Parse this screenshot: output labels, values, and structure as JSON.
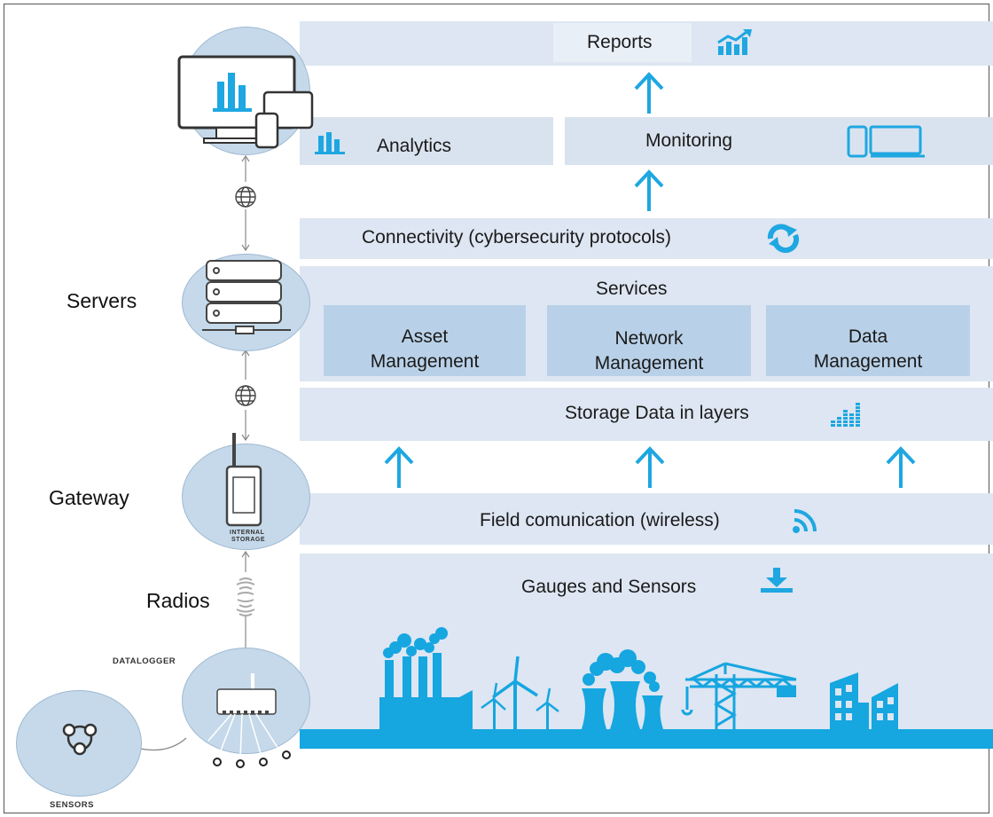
{
  "layers": {
    "reports": "Reports",
    "analytics": "Analytics",
    "monitoring": "Monitoring",
    "connectivity": "Connectivity (cybersecurity protocols)",
    "services": {
      "title": "Services",
      "asset": [
        "Asset",
        "Management"
      ],
      "network": [
        "Network",
        "Management"
      ],
      "data": [
        "Data",
        "Management"
      ]
    },
    "storage": "Storage Data in layers",
    "field": "Field comunication (wireless)",
    "gauges": "Gauges and Sensors"
  },
  "side_labels": {
    "servers": "Servers",
    "gateway": "Gateway",
    "radios": "Radios",
    "datalogger": "DATALOGGER",
    "sensors": "SENSORS",
    "internal_storage": [
      "INTERNAL",
      "STORAGE"
    ]
  },
  "colors": {
    "accent": "#1ea7e1",
    "band": "#dde6f2",
    "service_box": "#b9d1e8",
    "circle": "#c5d9ea",
    "ground": "#16a6e0"
  },
  "icons": [
    "trend-chart-icon",
    "bar-chart-icon",
    "devices-icon",
    "sync-icon",
    "equalizer-icon",
    "wifi-icon",
    "download-icon",
    "globe-icon"
  ]
}
